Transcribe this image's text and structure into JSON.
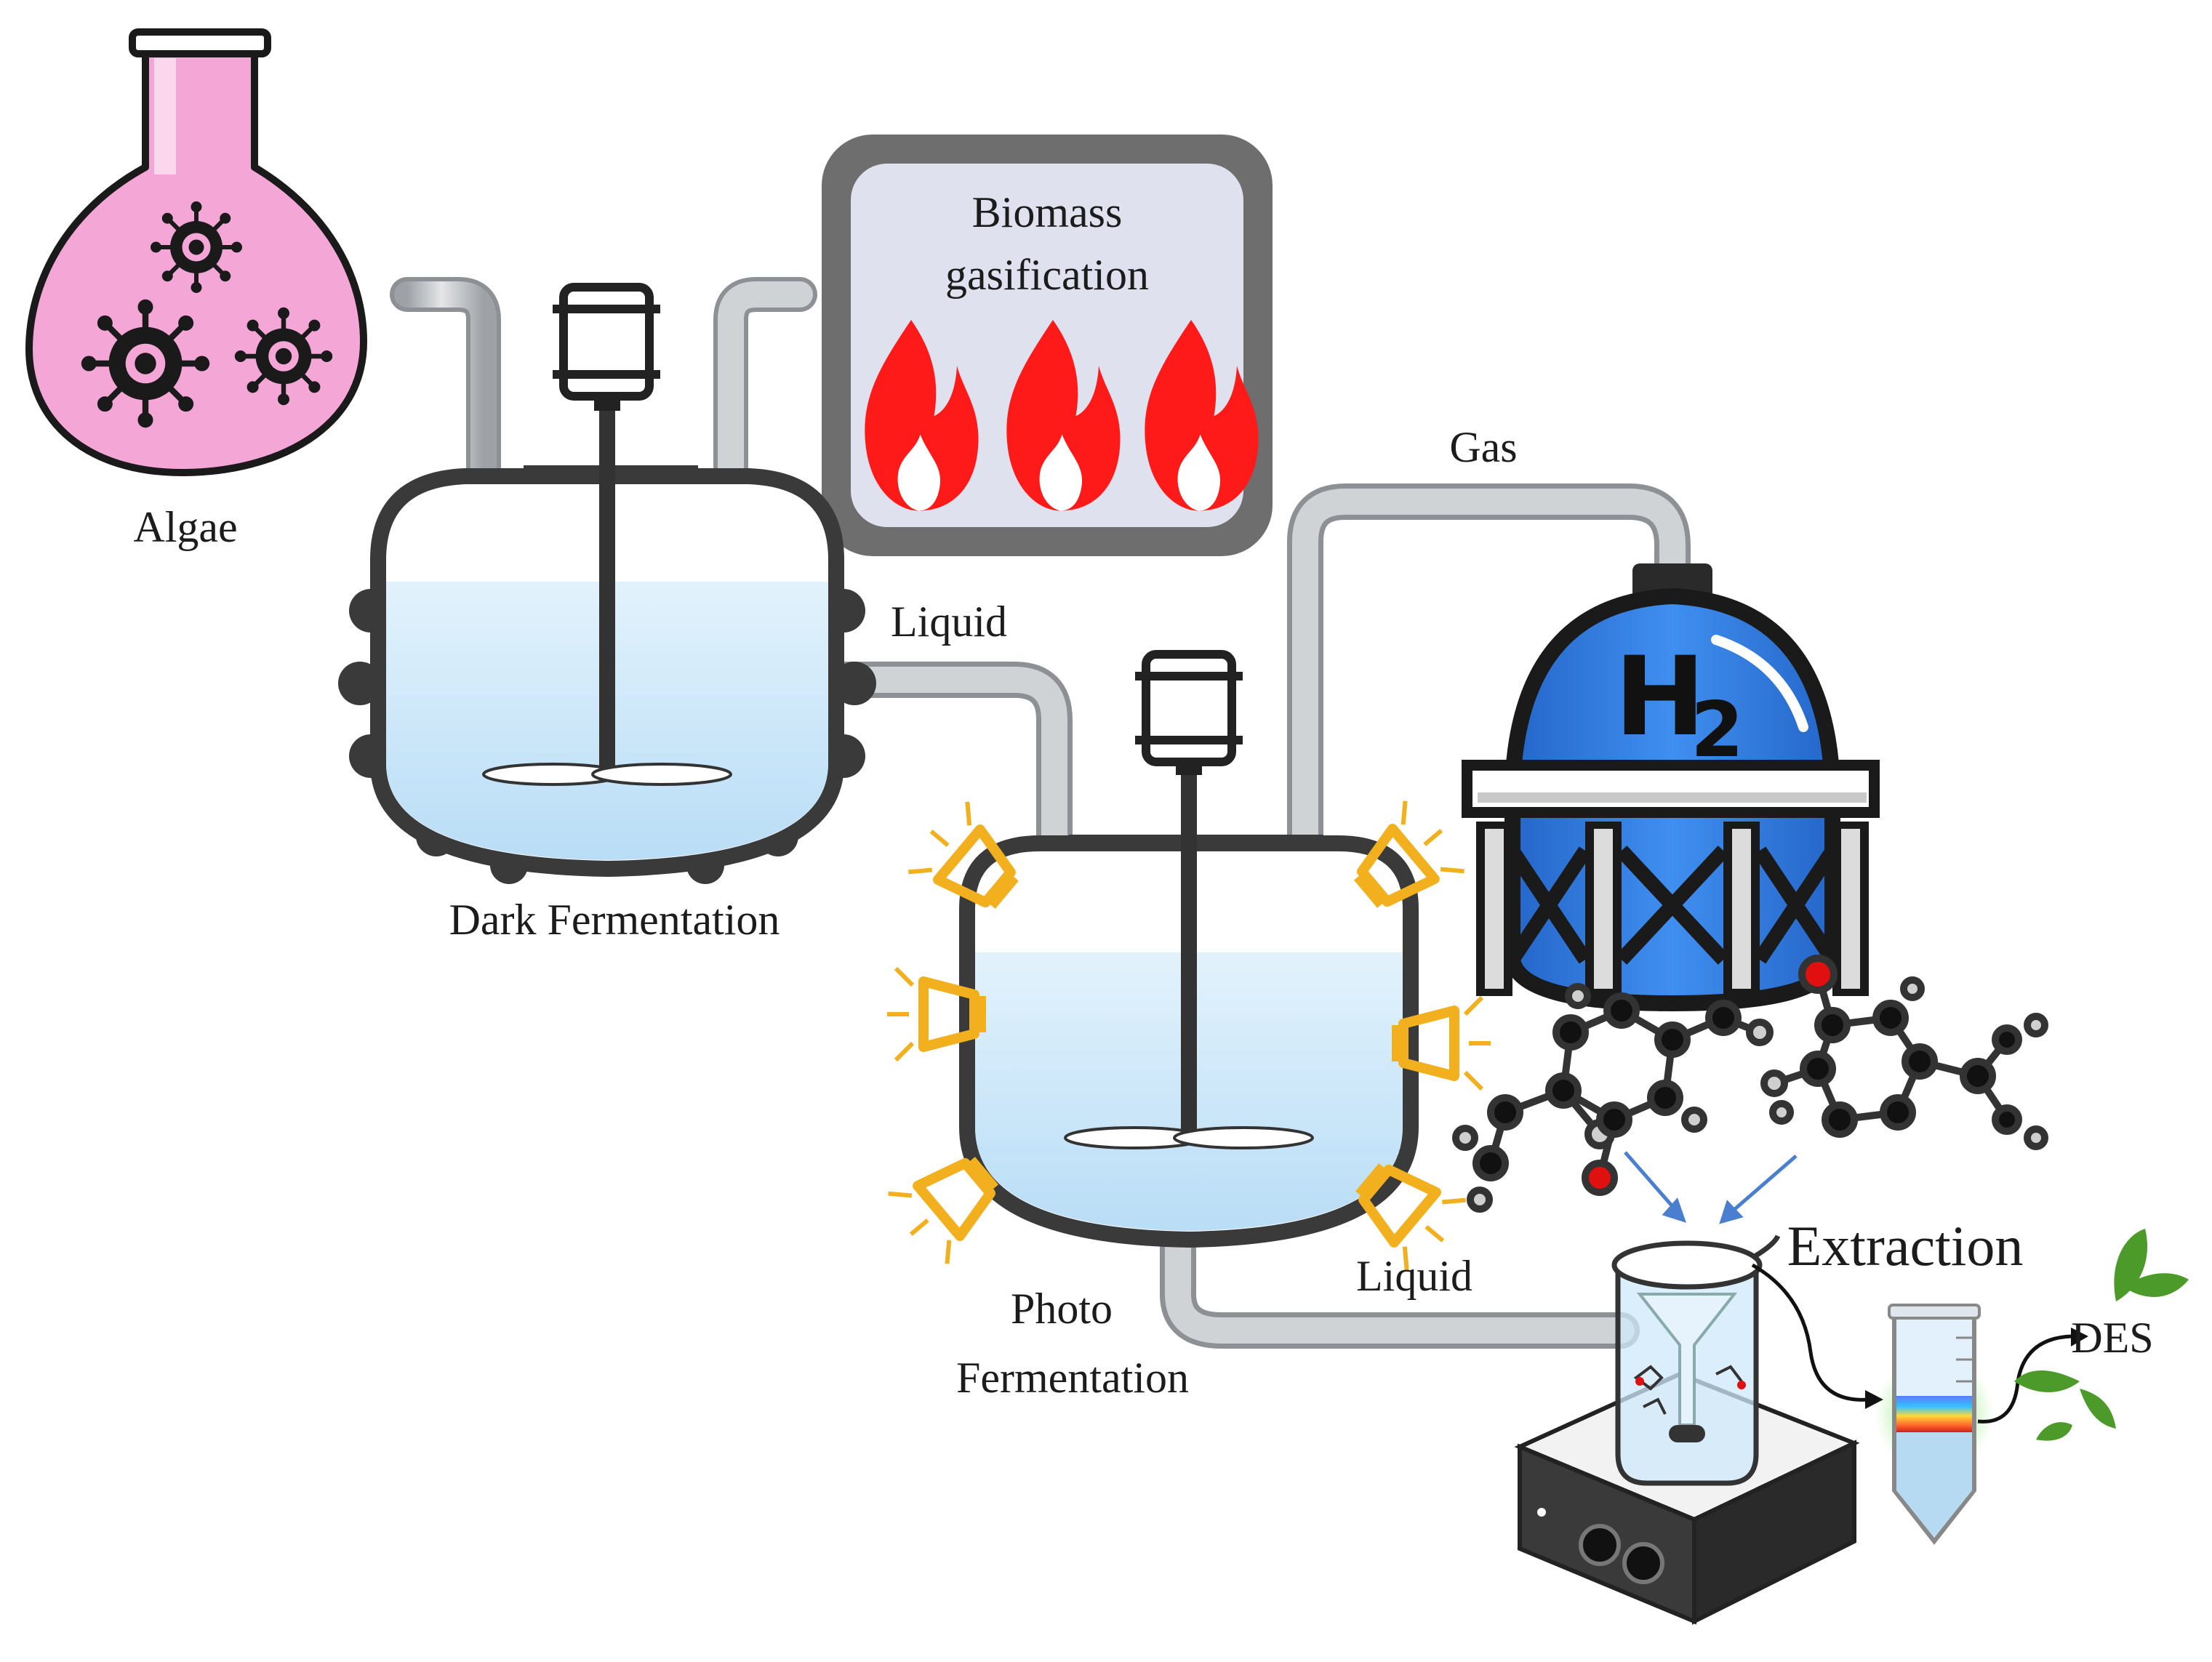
{
  "labels": {
    "algae": "Algae",
    "biomass_line1": "Biomass",
    "biomass_line2": "gasification",
    "dark_fermentation": "Dark Fermentation",
    "liquid_1": "Liquid",
    "gas": "Gas",
    "photo_line1": "Photo",
    "photo_line2": "Fermentation",
    "liquid_2": "Liquid",
    "extraction": "Extraction",
    "des": "DES",
    "h2_main": "H",
    "h2_sub": "2"
  },
  "colors": {
    "flask_pink": "#f4a6d7",
    "liquid_blue": "#cde9fb",
    "tank_outline": "#3a3a3a",
    "pipe_gray": "#b9bcbf",
    "flame_red": "#ff1a1a",
    "lamp_yellow": "#f2b01e",
    "tank_blue": "#2f7fe6",
    "leaf_green": "#4c9a2a"
  },
  "icons": [
    "flask-icon",
    "algae-icon",
    "flame-icon",
    "reactor-icon",
    "lamp-icon",
    "hydrogen-tank-icon",
    "molecule-icon",
    "beaker-icon",
    "stirrer-plate-icon",
    "test-tube-icon",
    "leaf-icon"
  ]
}
